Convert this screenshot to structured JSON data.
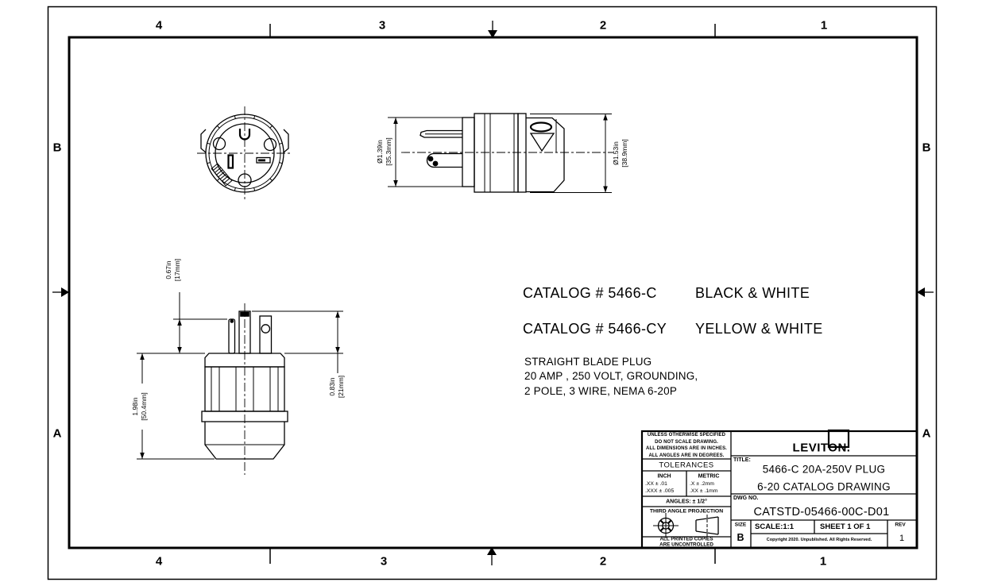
{
  "sheet": {
    "zone_columns": [
      "4",
      "3",
      "2",
      "1"
    ],
    "zone_rows": [
      "B",
      "A"
    ]
  },
  "catalog": {
    "line1_label": "CATALOG # 5466-C",
    "line1_colors": "BLACK & WHITE",
    "line2_label": "CATALOG # 5466-CY",
    "line2_colors": "YELLOW & WHITE",
    "description": [
      "STRAIGHT BLADE PLUG",
      "20 AMP , 250 VOLT, GROUNDING,",
      "2 POLE, 3 WIRE, NEMA 6-20P"
    ]
  },
  "dimensions": {
    "face_diameter": {
      "value": "Ø1.39in",
      "metric": "[35.3mm]"
    },
    "body_diameter": {
      "value": "Ø1.53in",
      "metric": "[38.9mm]"
    },
    "blade_short": {
      "value": "0.67in",
      "metric": "[17mm]"
    },
    "blade_long": {
      "value": "0.83in",
      "metric": "[21mm]"
    },
    "body_length": {
      "value": "1.98in",
      "metric": "[50.4mm]"
    }
  },
  "title_block": {
    "notes": [
      "UNLESS OTHERWISE SPECIFIED",
      "DO NOT SCALE DRAWING.",
      "ALL DIMENSIONS ARE IN INCHES.",
      "ALL ANGLES ARE IN DEGREES."
    ],
    "tolerances_header": "TOLERANCES",
    "inch_header": "INCH",
    "metric_header": "METRIC",
    "inch_tol_1": ".XX ± .01",
    "inch_tol_2": ".XXX ± .005",
    "metric_tol_1": ".X ± .2mm",
    "metric_tol_2": ".XX ± .1mm",
    "angles": "ANGLES: ± 1/2°",
    "projection": "THIRD ANGLE PROJECTION",
    "uncontrolled_1": "ALL PRINTED COPIES",
    "uncontrolled_2": "ARE UNCONTROLLED",
    "logo_text": "LEVITON.",
    "title_label": "TITLE:",
    "title_line1": "5466-C 20A-250V PLUG",
    "title_line2": "6-20 CATALOG DRAWING",
    "dwg_label": "DWG NO.",
    "dwg_no": "CATSTD-05466-00C-D01",
    "size_label": "SIZE",
    "size_value": "B",
    "scale": "SCALE:1:1",
    "sheet": "SHEET 1 OF 1",
    "rev_label": "REV",
    "rev_value": "1",
    "copyright": "Copyright 2020. Unpublished. All Rights Reserved."
  },
  "colors": {
    "line": "#000000",
    "background": "#ffffff"
  }
}
